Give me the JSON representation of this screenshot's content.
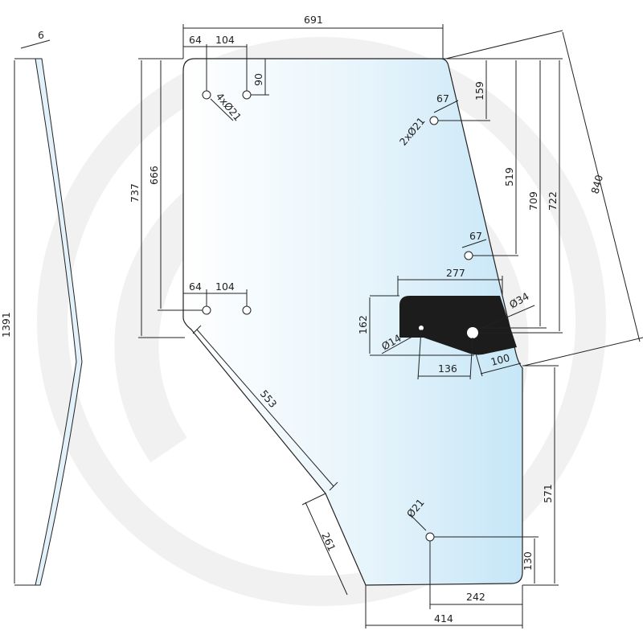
{
  "drawing": {
    "thickness_label": "6",
    "total_height_label": "1391",
    "top_width": "691",
    "hole_offset_left_top": "64",
    "hole_spacing_top": "104",
    "hole_offset_top": "90",
    "holes_4x": "4xØ21",
    "height_737": "737",
    "height_666": "666",
    "hole_offset_left_bottom": "64",
    "hole_spacing_bottom": "104",
    "dim_67_top": "67",
    "holes_2x": "2xØ21",
    "dim_159": "159",
    "dim_519": "519",
    "dim_709": "709",
    "dim_722": "722",
    "dim_840": "840",
    "dim_67_mid": "67",
    "dim_277": "277",
    "dim_162": "162",
    "hole_14": "Ø14",
    "hole_34": "Ø34",
    "dim_136": "136",
    "dim_100": "100",
    "dim_553": "553",
    "dim_261": "261",
    "hole_21": "Ø21",
    "dim_571": "571",
    "dim_130": "130",
    "dim_242": "242",
    "dim_414": "414"
  },
  "colors": {
    "glass_light": "#ffffff",
    "glass_blue": "#c6e6f7",
    "bracket": "#1c1c1c",
    "watermark": "#f1f1f1"
  }
}
